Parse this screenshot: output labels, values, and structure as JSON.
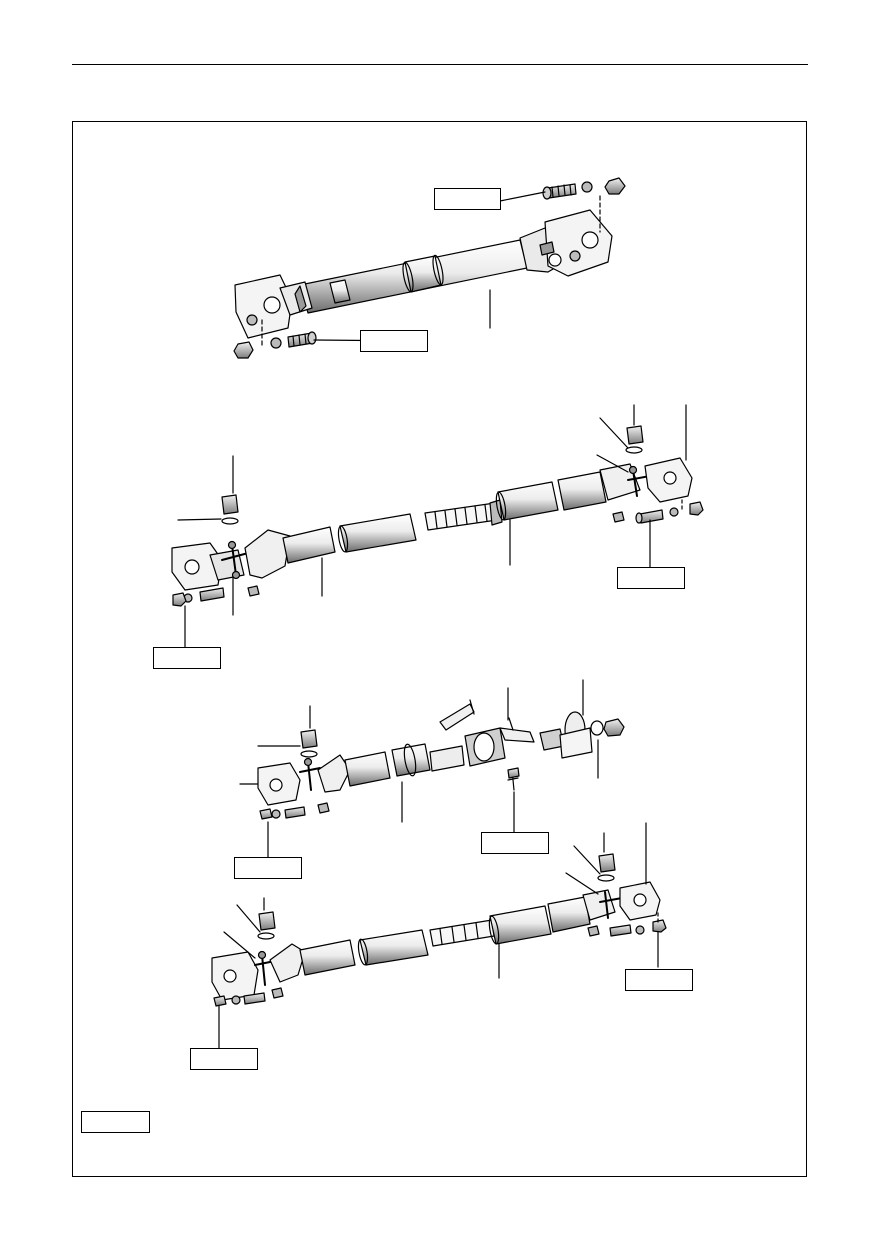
{
  "page": {
    "header": {
      "text": ""
    }
  },
  "figure": {
    "assemblies": [
      {
        "id": "one-joint-shaft",
        "labels": [
          "",
          ""
        ]
      },
      {
        "id": "two-joint-shaft-upper",
        "labels": [
          "",
          ""
        ]
      },
      {
        "id": "center-bearing-shaft",
        "labels": [
          "",
          ""
        ]
      },
      {
        "id": "two-joint-shaft-lower",
        "labels": [
          "",
          ""
        ]
      }
    ],
    "legend": {
      "label": ""
    }
  },
  "colors": {
    "line": "#000000",
    "shade": "#8a8a8a",
    "light": "#d9d9d9",
    "background": "#ffffff"
  }
}
